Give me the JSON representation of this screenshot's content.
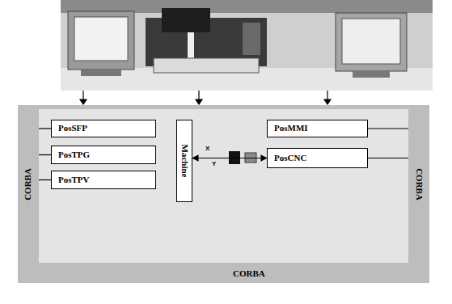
{
  "diagram": {
    "nodes": [
      {
        "text": [
          "CORBA"
        ]
      },
      {
        "text": [
          "PosSFP"
        ]
      },
      {
        "text": [
          "PosTPG"
        ]
      },
      {
        "text": [
          "PosTPV"
        ]
      },
      {
        "text": [
          "Machine"
        ]
      },
      {
        "text": [
          "PosMMI"
        ]
      },
      {
        "text": [
          "PosCNC"
        ]
      },
      {
        "text": [
          "CORBA"
        ]
      },
      {
        "text": [
          "CORBA"
        ]
      }
    ],
    "edges": [
      {
        "from": 0,
        "to": 1,
        "arrow": "none"
      },
      {
        "from": 0,
        "to": 2,
        "arrow": "none"
      },
      {
        "from": 0,
        "to": 3,
        "arrow": "none"
      },
      {
        "from": 4,
        "to": 6,
        "arrow": "both"
      },
      {
        "from": 5,
        "to": 7,
        "arrow": "none"
      },
      {
        "from": 6,
        "to": 7,
        "arrow": "none"
      }
    ],
    "labels": [
      "X",
      "Y"
    ]
  }
}
